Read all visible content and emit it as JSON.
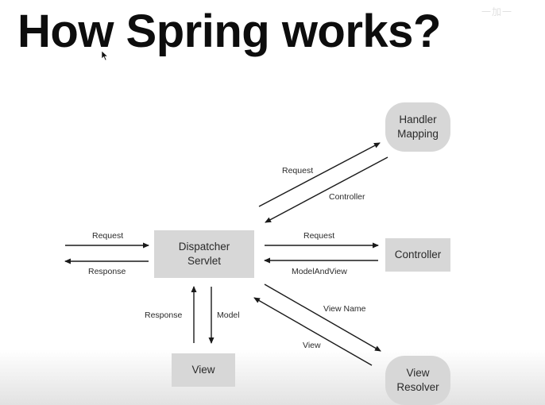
{
  "slide": {
    "title": "How Spring works?",
    "watermark": "一加一"
  },
  "diagram": {
    "nodes": {
      "handler_mapping": "Handler\nMapping",
      "dispatcher_servlet": "Dispatcher\nServlet",
      "controller": "Controller",
      "view": "View",
      "view_resolver": "View\nResolver"
    },
    "edges": {
      "client_request": "Request",
      "client_response": "Response",
      "handler_request": "Request",
      "handler_controller": "Controller",
      "controller_request": "Request",
      "controller_model_and_view": "ModelAndView",
      "view_response": "Response",
      "view_model": "Model",
      "resolver_view_name": "View Name",
      "resolver_view": "View"
    }
  },
  "colors": {
    "node_fill": "#d7d7d7",
    "arrow": "#1a1a1a",
    "title": "#0d0d0d"
  }
}
